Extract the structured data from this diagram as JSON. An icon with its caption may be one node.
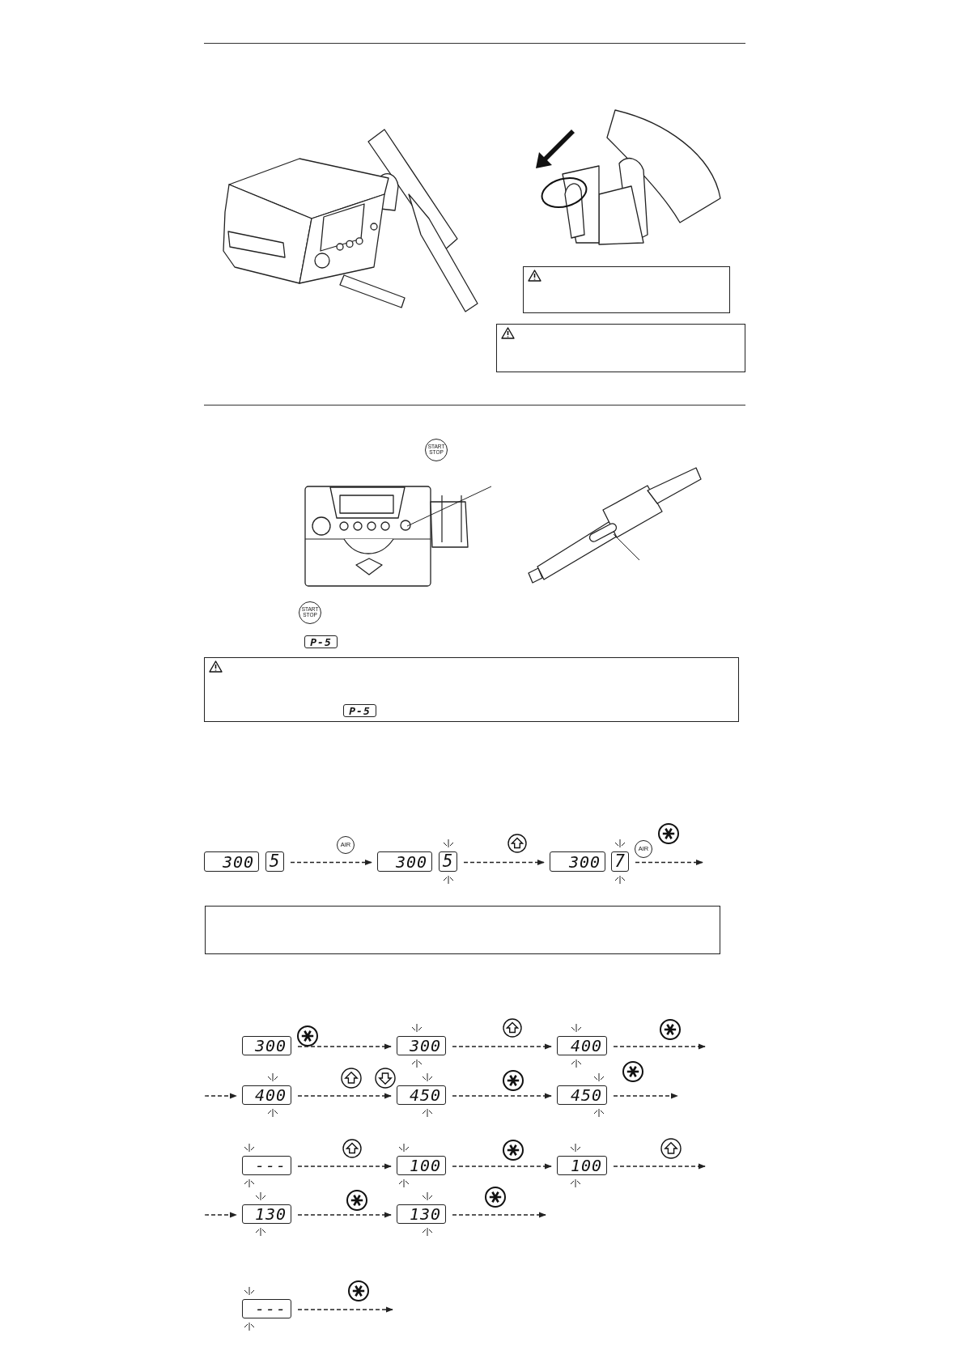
{
  "diagram": {
    "nodes": [
      {
        "text": [
          "300"
        ]
      },
      {
        "text": [
          "5"
        ]
      },
      {
        "text": [
          "300"
        ]
      },
      {
        "text": [
          "5"
        ]
      },
      {
        "text": [
          "300"
        ]
      },
      {
        "text": [
          "7"
        ]
      },
      {
        "text": [
          "300"
        ]
      },
      {
        "text": [
          "300"
        ]
      },
      {
        "text": [
          "400"
        ]
      },
      {
        "text": [
          "400"
        ]
      },
      {
        "text": [
          "450"
        ]
      },
      {
        "text": [
          "450"
        ]
      },
      {
        "text": [
          "---"
        ]
      },
      {
        "text": [
          "100"
        ]
      },
      {
        "text": [
          "100"
        ]
      },
      {
        "text": [
          "130"
        ]
      },
      {
        "text": [
          "130"
        ]
      },
      {
        "text": [
          "---"
        ]
      },
      {
        "text": [],
        "shape": "box"
      }
    ],
    "edges": [
      {
        "from": 1,
        "to": 2,
        "arrow": "to"
      },
      {
        "from": 3,
        "to": 4,
        "arrow": "to"
      },
      {
        "from": 5,
        "to": null,
        "arrow": "to"
      },
      {
        "from": 6,
        "to": 7,
        "arrow": "to"
      },
      {
        "from": 7,
        "to": 8,
        "arrow": "to"
      },
      {
        "from": 8,
        "to": null,
        "arrow": "to"
      },
      {
        "from": null,
        "to": 9,
        "arrow": "to"
      },
      {
        "from": 9,
        "to": 10,
        "arrow": "to"
      },
      {
        "from": 10,
        "to": 11,
        "arrow": "to"
      },
      {
        "from": 11,
        "to": null,
        "arrow": "to"
      },
      {
        "from": 12,
        "to": 13,
        "arrow": "to"
      },
      {
        "from": 13,
        "to": 14,
        "arrow": "to"
      },
      {
        "from": 14,
        "to": null,
        "arrow": "to"
      },
      {
        "from": null,
        "to": 15,
        "arrow": "to"
      },
      {
        "from": 15,
        "to": 16,
        "arrow": "to"
      },
      {
        "from": 16,
        "to": null,
        "arrow": "to"
      },
      {
        "from": 17,
        "to": null,
        "arrow": "to"
      }
    ],
    "labels": [
      "START STOP",
      "START STOP",
      "P-5",
      "P-5",
      "AIR",
      "AIR"
    ]
  }
}
